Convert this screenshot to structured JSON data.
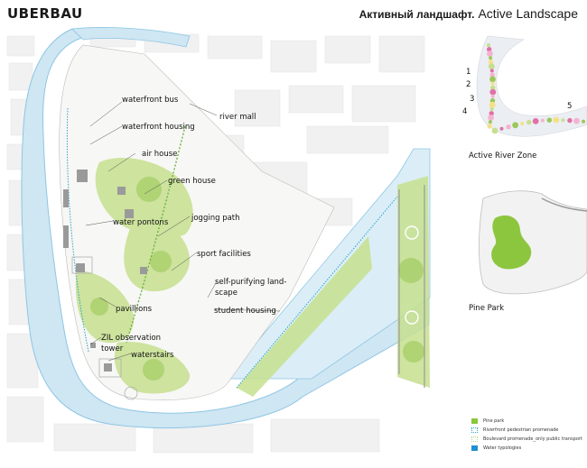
{
  "header": {
    "brand": "UBERBAU",
    "title_ru": "Активный ландшафт.",
    "title_en": "Active Landscape"
  },
  "map_labels": [
    {
      "id": "waterfront-bus",
      "text": "waterfront bus"
    },
    {
      "id": "river-mall",
      "text": "river mall"
    },
    {
      "id": "waterfront-housing",
      "text": "waterfront housing"
    },
    {
      "id": "air-house",
      "text": "air house"
    },
    {
      "id": "green-house",
      "text": "green house"
    },
    {
      "id": "jogging-path",
      "text": "jogging path"
    },
    {
      "id": "water-pontons",
      "text": "water pontons"
    },
    {
      "id": "sport-facilities",
      "text": "sport facilities"
    },
    {
      "id": "self-purifying-1",
      "text": "self-purifying   land-"
    },
    {
      "id": "self-purifying-2",
      "text": "scape"
    },
    {
      "id": "student-housing",
      "text": "student housing"
    },
    {
      "id": "pavillions",
      "text": "pavillions"
    },
    {
      "id": "zil-tower-1",
      "text": "ZIL observation"
    },
    {
      "id": "zil-tower-2",
      "text": "tower"
    },
    {
      "id": "waterstairs",
      "text": "waterstairs"
    }
  ],
  "insets": {
    "river_zone": {
      "caption": "Active River Zone",
      "markers": [
        "1",
        "2",
        "3",
        "4",
        "5"
      ]
    },
    "pine_park": {
      "caption": "Pine Park"
    }
  },
  "legend": [
    {
      "label": "Pine park",
      "color": "#8cc63f"
    },
    {
      "label": "Riverfront pedestrian promenade",
      "color": "#2aa3c9"
    },
    {
      "label": "Boulevard promenade_only public transport",
      "color": "#b8d98a"
    },
    {
      "label": "Water typologies",
      "color": "#1f8fd0"
    }
  ],
  "colors": {
    "river": "#cfe6f3",
    "river_edge": "#8ec6e4",
    "park": "#c6e08f",
    "park_dark": "#9cc858",
    "building": "#c9c9c9",
    "accent_pink": "#e070a8"
  }
}
